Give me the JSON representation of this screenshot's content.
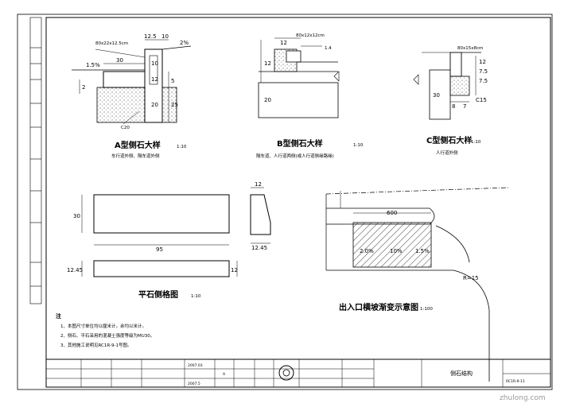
{
  "details": {
    "a": {
      "title": "A型侧石大样",
      "scale": "1:10",
      "subtitle": "车行道外侧、隔车道外侧",
      "callout": "80x22x12.5cm",
      "dims": [
        "12.5",
        "10",
        "2%",
        "1.5%",
        "30",
        "10",
        "12",
        "5",
        "2",
        "25",
        "20",
        "C20"
      ]
    },
    "b": {
      "title": "B型侧石大样",
      "scale": "1:10",
      "subtitle": "隔车道、人行道两侧(或人行道侧缘路缘)",
      "callout": "80x12x12cm",
      "dims": [
        "12",
        "12",
        "20",
        "1.4"
      ]
    },
    "c": {
      "title": "C型侧石大样",
      "scale": "1:10",
      "subtitle": "人行道外侧",
      "callout": "80x15x8cm",
      "dims": [
        "12",
        "7.5",
        "7.5",
        "8",
        "7",
        "C15",
        "30"
      ]
    },
    "flat": {
      "title": "平石侧格图",
      "scale": "1:10",
      "dims": [
        "30",
        "95",
        "12",
        "12.45",
        "12",
        "12.45"
      ]
    },
    "entrance": {
      "title": "出入口横坡渐变示意图",
      "scale": "1:100",
      "dims": [
        "600",
        "2.0%",
        "10%",
        "1.5%",
        "R=15"
      ]
    }
  },
  "notes": {
    "heading": "注",
    "lines": [
      "1、本图尺寸单位均以厘米计，余均以米计。",
      "2、侧石、平石采用的混凝土强度等级为MU30。",
      "3、其他施工说明见RC1R-9-1号图。"
    ]
  },
  "title_block": {
    "date1": "2007.03",
    "date2": "2007.5",
    "drawing_name": "侧石结构",
    "drawing_no": "RC1R-9-11",
    "rev": "A"
  },
  "watermark": "zhulong.com"
}
